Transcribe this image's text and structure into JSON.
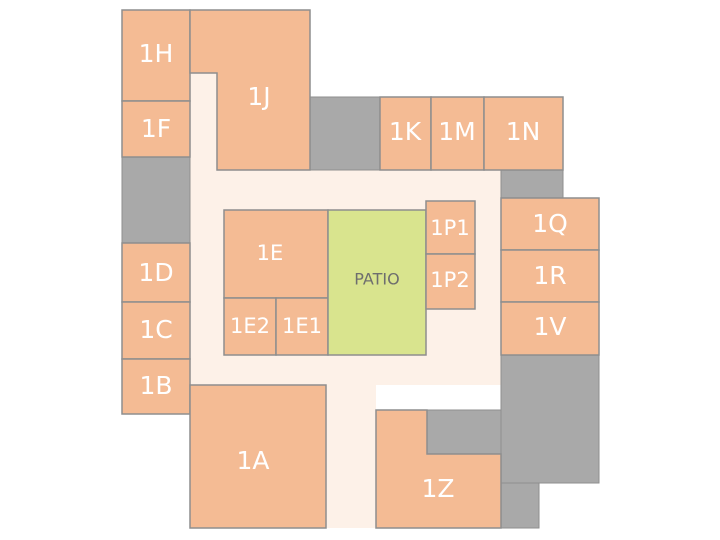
{
  "floor_plan": {
    "rooms": {
      "1H": "1H",
      "1J": "1J",
      "1F": "1F",
      "1K": "1K",
      "1M": "1M",
      "1N": "1N",
      "1E": "1E",
      "1P1": "1P1",
      "1P2": "1P2",
      "1Q": "1Q",
      "1D": "1D",
      "1R": "1R",
      "1C": "1C",
      "1E2": "1E2",
      "1E1": "1E1",
      "1V": "1V",
      "1B": "1B",
      "1A": "1A",
      "1Z": "1Z"
    },
    "patio": "PATIO"
  },
  "colors": {
    "room": "#f4bb94",
    "patio": "#d9e48e",
    "service": "#a9a9a9",
    "corridor": "#fdf1e8",
    "outline": "#8e8e8e"
  }
}
